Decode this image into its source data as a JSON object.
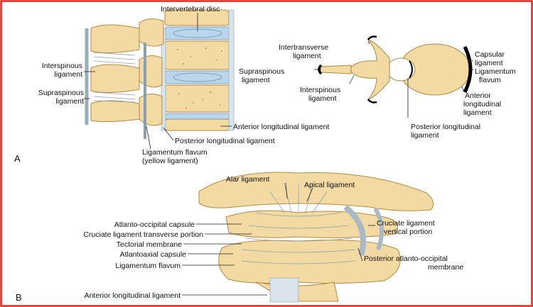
{
  "colors": {
    "bone": "#f3d9a2",
    "bone_edge": "#b08a45",
    "disc": "#b9d6ea",
    "ligament": "#d8e4ea",
    "ligament_dark": "#000000",
    "frame_border": "#e0281f"
  },
  "panel_a": {
    "letter": "A",
    "labels": {
      "intervertebral_disc": "Intervertebral disc",
      "interspinous_ligament_line1": "Interspinous",
      "interspinous_ligament_line2": "ligament",
      "supraspinous_ligament_line1": "Supraspinous",
      "supraspinous_ligament_line2": "ligament",
      "anterior_longitudinal": "Anterior longitudinal ligament",
      "posterior_longitudinal": "Posterior longitudinal ligament",
      "ligamentum_flavum_line1": "Ligamentum flavum",
      "ligamentum_flavum_line2": "(yellow ligament)",
      "top_intertransverse_line1": "Intertransverse",
      "top_intertransverse_line2": "ligament",
      "top_supraspinous_line1": "Supraspinous",
      "top_supraspinous_line2": "ligament",
      "top_interspinous_line1": "Interspinous",
      "top_interspinous_line2": "ligament",
      "top_capsular_line1": "Capsular",
      "top_capsular_line2": "ligament",
      "top_flavum_line1": "Ligamentum",
      "top_flavum_line2": "flavum",
      "top_anterior_line1": "Anterior",
      "top_anterior_line2": "longitudinal",
      "top_anterior_line3": "ligament",
      "top_posterior_line1": "Posterior longitudinal",
      "top_posterior_line2": "ligament"
    }
  },
  "panel_b": {
    "letter": "B",
    "labels": {
      "alar": "Alar ligament",
      "apical": "Apical ligament",
      "atlanto_occipital_capsule": "Atlanto-occipital capsule",
      "cruciate_transverse": "Cruciate ligament transverse portion",
      "tectorial": "Tectorial membrane",
      "atlantoaxial_capsule": "Atlantoaxial capsule",
      "ligamentum_flavum": "Ligamentum flavum",
      "anterior_longitudinal": "Anterior longitudinal ligament",
      "cruciate_vertical_line1": "Cruciate ligament",
      "cruciate_vertical_line2": "vertical portion",
      "posterior_ao_membrane_line1": "Posterior atlanto-occipital",
      "posterior_ao_membrane_line2": "membrane"
    }
  }
}
